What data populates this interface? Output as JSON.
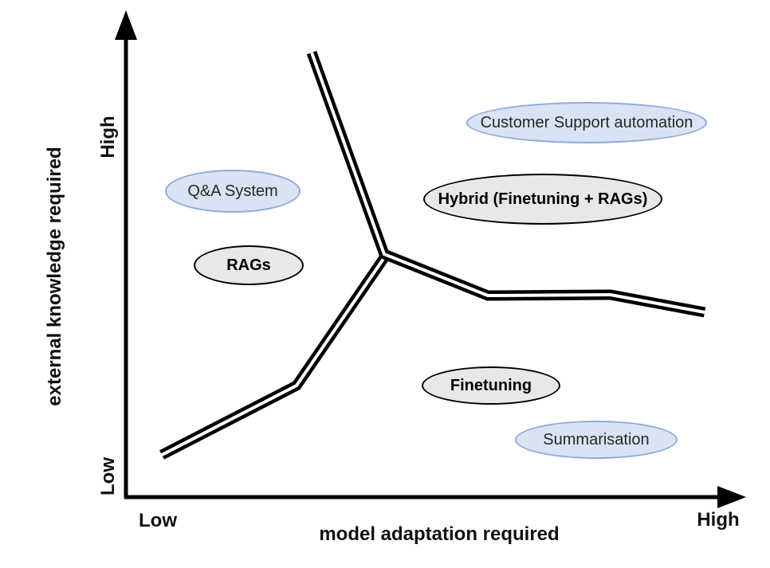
{
  "axes": {
    "x": {
      "title": "model adaptation required",
      "min_label": "Low",
      "max_label": "High"
    },
    "y": {
      "title": "external knowledge required",
      "min_label": "Low",
      "max_label": "High"
    }
  },
  "nodes": [
    {
      "label": "Q&A System",
      "category": "use-case"
    },
    {
      "label": "RAGs",
      "category": "technique"
    },
    {
      "label": "Customer Support automation",
      "category": "use-case"
    },
    {
      "label": "Hybrid (Finetuning + RAGs)",
      "category": "technique"
    },
    {
      "label": "Finetuning",
      "category": "technique"
    },
    {
      "label": "Summarisation",
      "category": "use-case"
    }
  ],
  "colors": {
    "use_case_fill": "#dae3f3",
    "use_case_border": "#8faadc",
    "technique_fill": "#e8e8e8",
    "technique_border": "#000000",
    "line_color": "#000000"
  }
}
